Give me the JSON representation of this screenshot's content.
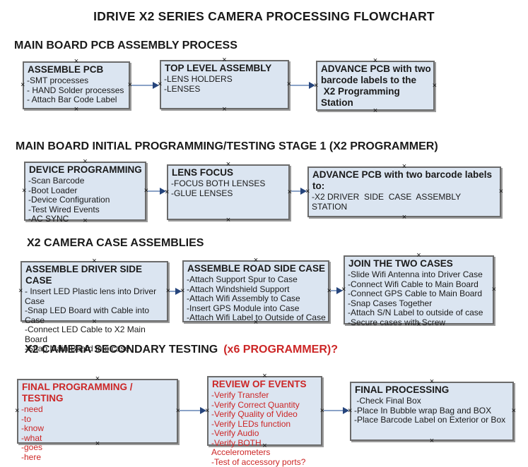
{
  "page": {
    "title": "IDRIVE X2  SERIES CAMERA PROCESSING FLOWCHART"
  },
  "icons": {
    "connection_point": "×",
    "arrow_right": "▶"
  },
  "colors": {
    "box_fill": "#dbe5f1",
    "box_border": "#6b6b6b",
    "connector_line": "#8ba3c7",
    "connector_arrow": "#26457c",
    "red_text": "#cc2626",
    "black_text": "#1a1a1a"
  },
  "sections": [
    {
      "header": "MAIN BOARD PCB ASSEMBLY PROCESS",
      "boxes": [
        {
          "title": "ASSEMBLE PCB",
          "items": [
            "-SMT processes",
            "- HAND Solder processes",
            "- Attach Bar Code Label"
          ]
        },
        {
          "title": "TOP LEVEL ASSEMBLY",
          "items": [
            "-LENS HOLDERS",
            "-LENSES"
          ]
        },
        {
          "title": "ADVANCE PCB with two\nbarcode labels to the\n X2 Programming Station",
          "items": []
        }
      ]
    },
    {
      "header": "MAIN BOARD INITIAL PROGRAMMING/TESTING STAGE 1 (X2 PROGRAMMER)",
      "boxes": [
        {
          "title": "DEVICE PROGRAMMING",
          "items": [
            "-Scan Barcode",
            "-Boot Loader",
            "-Device Configuration",
            "-Test Wired Events",
            "-AC SYNC"
          ]
        },
        {
          "title": "LENS FOCUS",
          "items": [
            "-FOCUS BOTH LENSES",
            "-GLUE LENSES"
          ]
        },
        {
          "title": "ADVANCE PCB with two barcode labels to:",
          "items": [
            "-X2 DRIVER  SIDE  CASE  ASSEMBLY STATION"
          ]
        }
      ]
    },
    {
      "header": "X2 CAMERA CASE ASSEMBLIES",
      "boxes": [
        {
          "title": "ASSEMBLE DRIVER SIDE CASE",
          "items": [
            "- Insert LED Plastic lens into Driver Case",
            "-Snap LED Board with Cable into Case",
            "-Connect LED Cable to X2 Main Board",
            "-Snap Main Board into case"
          ]
        },
        {
          "title": "ASSEMBLE ROAD SIDE CASE",
          "items": [
            "-Attach Support Spur to Case",
            "-Attach Windshield Support",
            "-Attach Wifi Assembly to Case",
            "-Insert GPS Module into Case",
            "-Attach Wifi Label to Outside of Case"
          ]
        },
        {
          "title": "JOIN THE TWO CASES",
          "items": [
            "-Slide Wifi Antenna into Driver Case",
            "-Connect Wifi Cable to Main Board",
            "-Connect GPS Cable to Main Board",
            "-Snap Cases Together",
            "-Attach S/N Label to outside of case",
            "-Secure cases with Screw"
          ]
        }
      ]
    },
    {
      "header": "X2 CAMERA SECONDARY TESTING",
      "header_red": "(x6 PROGRAMMER)?",
      "boxes": [
        {
          "title": "FINAL PROGRAMMING / TESTING",
          "items": [
            "-need",
            "-to",
            "-know",
            "-what",
            "-goes",
            "-here"
          ]
        },
        {
          "title": "REVIEW OF EVENTS",
          "items": [
            "-Verify Transfer",
            "-Verify Correct Quantity",
            "-Verify Quality of Video",
            "-Verify LEDs function",
            "-Verify Audio",
            "-Verify BOTH Accelerometers",
            "-Test of accessory ports?"
          ]
        },
        {
          "title": "FINAL PROCESSING",
          "items": [
            " -Check Final Box",
            "-Place In Bubble wrap Bag and BOX",
            "-Place Barcode Label on Exterior or Box"
          ]
        }
      ]
    }
  ]
}
